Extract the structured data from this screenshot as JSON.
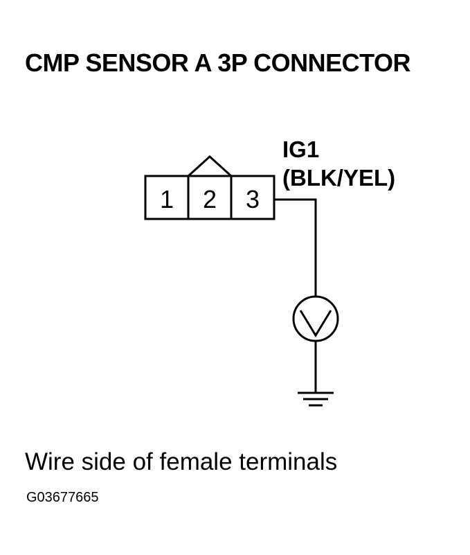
{
  "title": "CMP SENSOR A 3P CONNECTOR",
  "connector": {
    "pins": [
      "1",
      "2",
      "3"
    ]
  },
  "wire": {
    "signal": "IG1",
    "color": "(BLK/YEL)"
  },
  "caption": "Wire side of female terminals",
  "figure_id": "G03677665"
}
